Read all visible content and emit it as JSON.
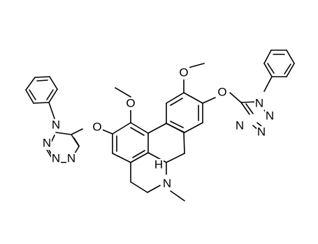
{
  "labels": {
    "O": "O",
    "N": "N",
    "H": "H"
  }
}
